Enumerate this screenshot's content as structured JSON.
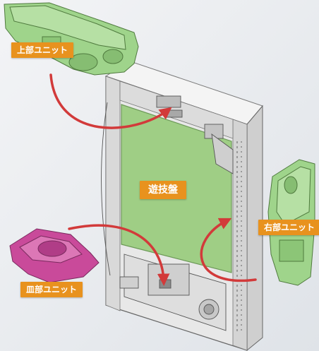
{
  "labels": {
    "top_unit": "上部ユニット",
    "center_board": "遊技盤",
    "right_unit": "右部ユニット",
    "bottom_unit": "皿部ユニット"
  },
  "colors": {
    "tag_bg": "#e8921e",
    "arrow": "#d23a3a",
    "unit_green": "#9fd48b",
    "unit_magenta": "#c94a9a",
    "board_green": "#9fce85",
    "frame": "#e6e6e6"
  }
}
